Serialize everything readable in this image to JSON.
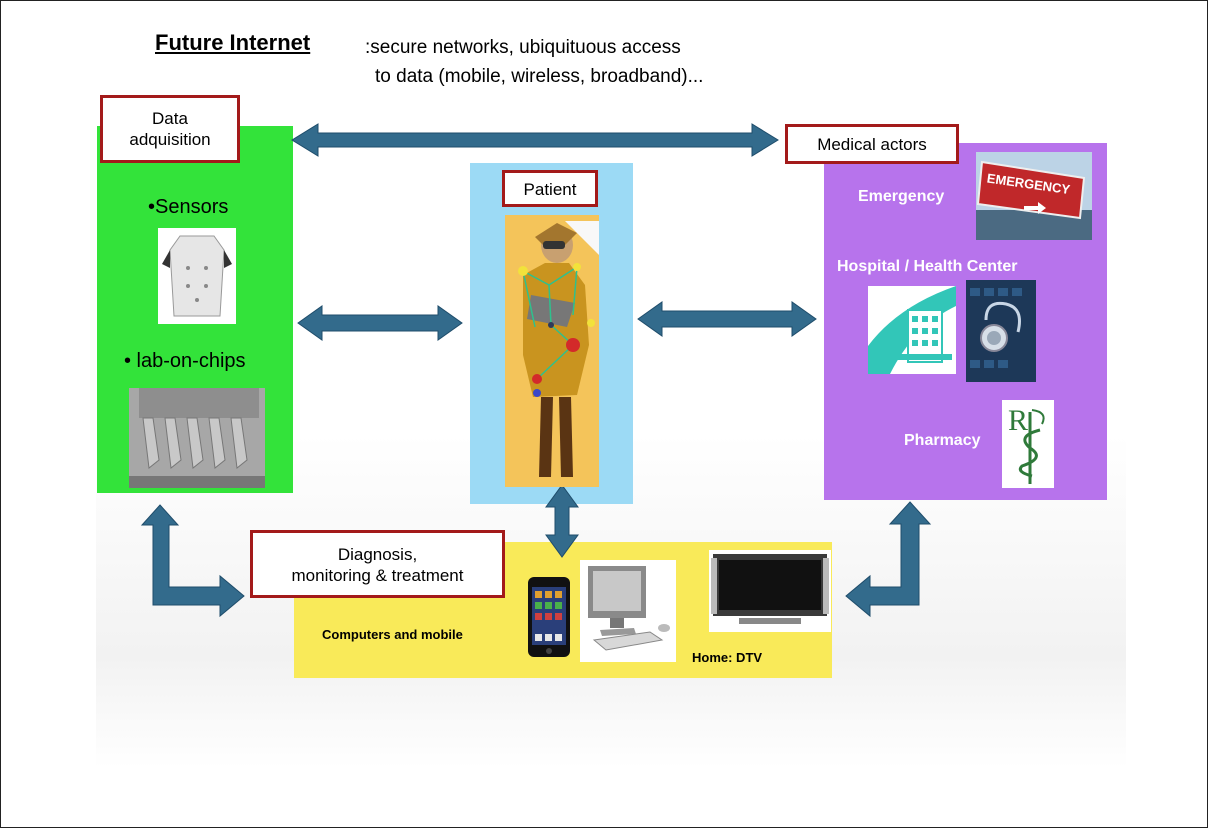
{
  "title": {
    "main": "Future Internet",
    "sub_line1": ":secure networks,  ubiquituous access",
    "sub_line2": "to data (mobile, wireless, broadband)..."
  },
  "data_acquisition": {
    "label_line1": "Data",
    "label_line2": "adquisition",
    "item1": "•Sensors",
    "item2": "• lab-on-chips"
  },
  "patient": {
    "label": "Patient"
  },
  "medical_actors": {
    "label": "Medical actors",
    "emergency": "Emergency",
    "emergency_sign": "EMERGENCY",
    "hospital": "Hospital / Health Center",
    "pharmacy": "Pharmacy"
  },
  "diagnosis": {
    "label_line1": "Diagnosis,",
    "label_line2": "monitoring & treatment",
    "computers": "Computers and mobile",
    "home": "Home: DTV"
  },
  "colors": {
    "green_panel": "#33e33a",
    "blue_panel": "#9cdaf5",
    "purple_panel": "#b773ec",
    "yellow_panel": "#f9ea59",
    "arrow": "#336b8c",
    "box_border": "#a31a1a"
  }
}
